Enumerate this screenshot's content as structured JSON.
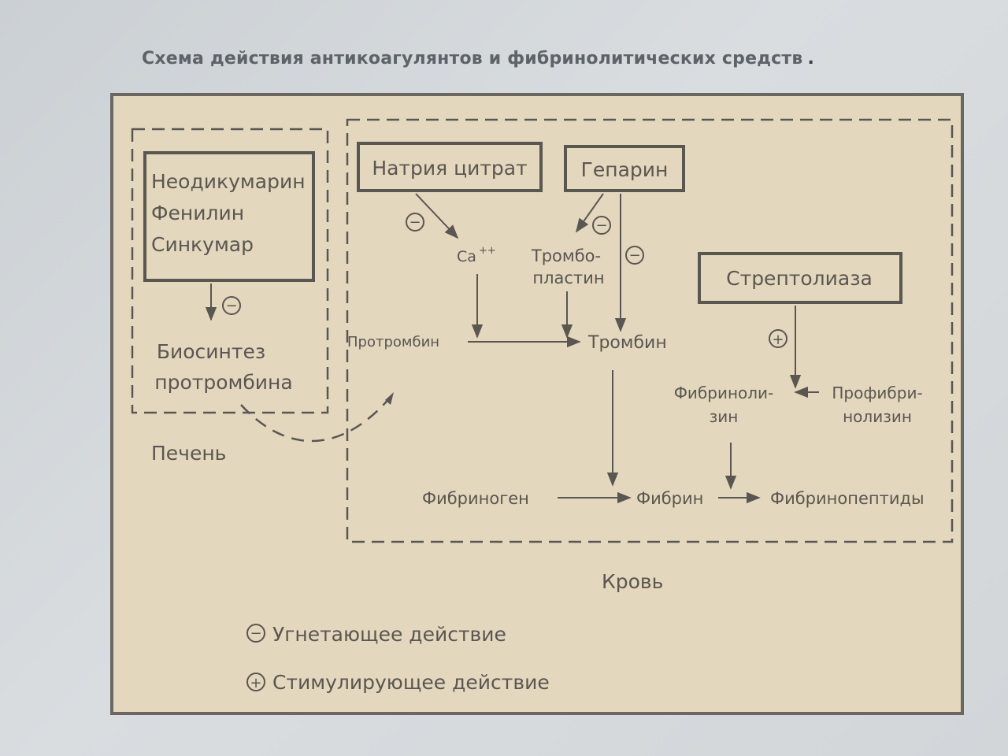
{
  "title": "Схема действия антикоагулянтов и фибринолитических средств",
  "title_dot": ".",
  "liver_drugs": [
    "Неодикумарин",
    "Фенилин",
    "Синкумар"
  ],
  "biosynthesis": [
    "Биосинтез",
    "протромбина"
  ],
  "liver_label": "Печень",
  "blood_label": "Кровь",
  "drugs": {
    "citrate": "Натрия цитрат",
    "heparin": "Гепарин",
    "streptolyase": "Стрептолиаза"
  },
  "nodes": {
    "calcium": "Ca",
    "calcium_sup": "++",
    "thromboplastin": [
      "Тромбо-",
      "пластин"
    ],
    "prothrombin": "Протромбин",
    "thrombin": "Тромбин",
    "fibrinolysin": [
      "Фибриноли-",
      "зин"
    ],
    "profibrinolysin": [
      "Профибри-",
      "нолизин"
    ],
    "fibrinogen": "Фибриноген",
    "fibrin": "Фибрин",
    "fibrinopeptides": "Фибринопептиды"
  },
  "symbols": {
    "minus": "−",
    "plus": "+"
  },
  "legend": {
    "inhibit": "Угнетающее действие",
    "stimulate": "Стимулирующее действие"
  },
  "colors": {
    "figure_bg": "#e3d8bd",
    "ink": "#5a5650",
    "slide_bg": "#d2d6d9"
  }
}
